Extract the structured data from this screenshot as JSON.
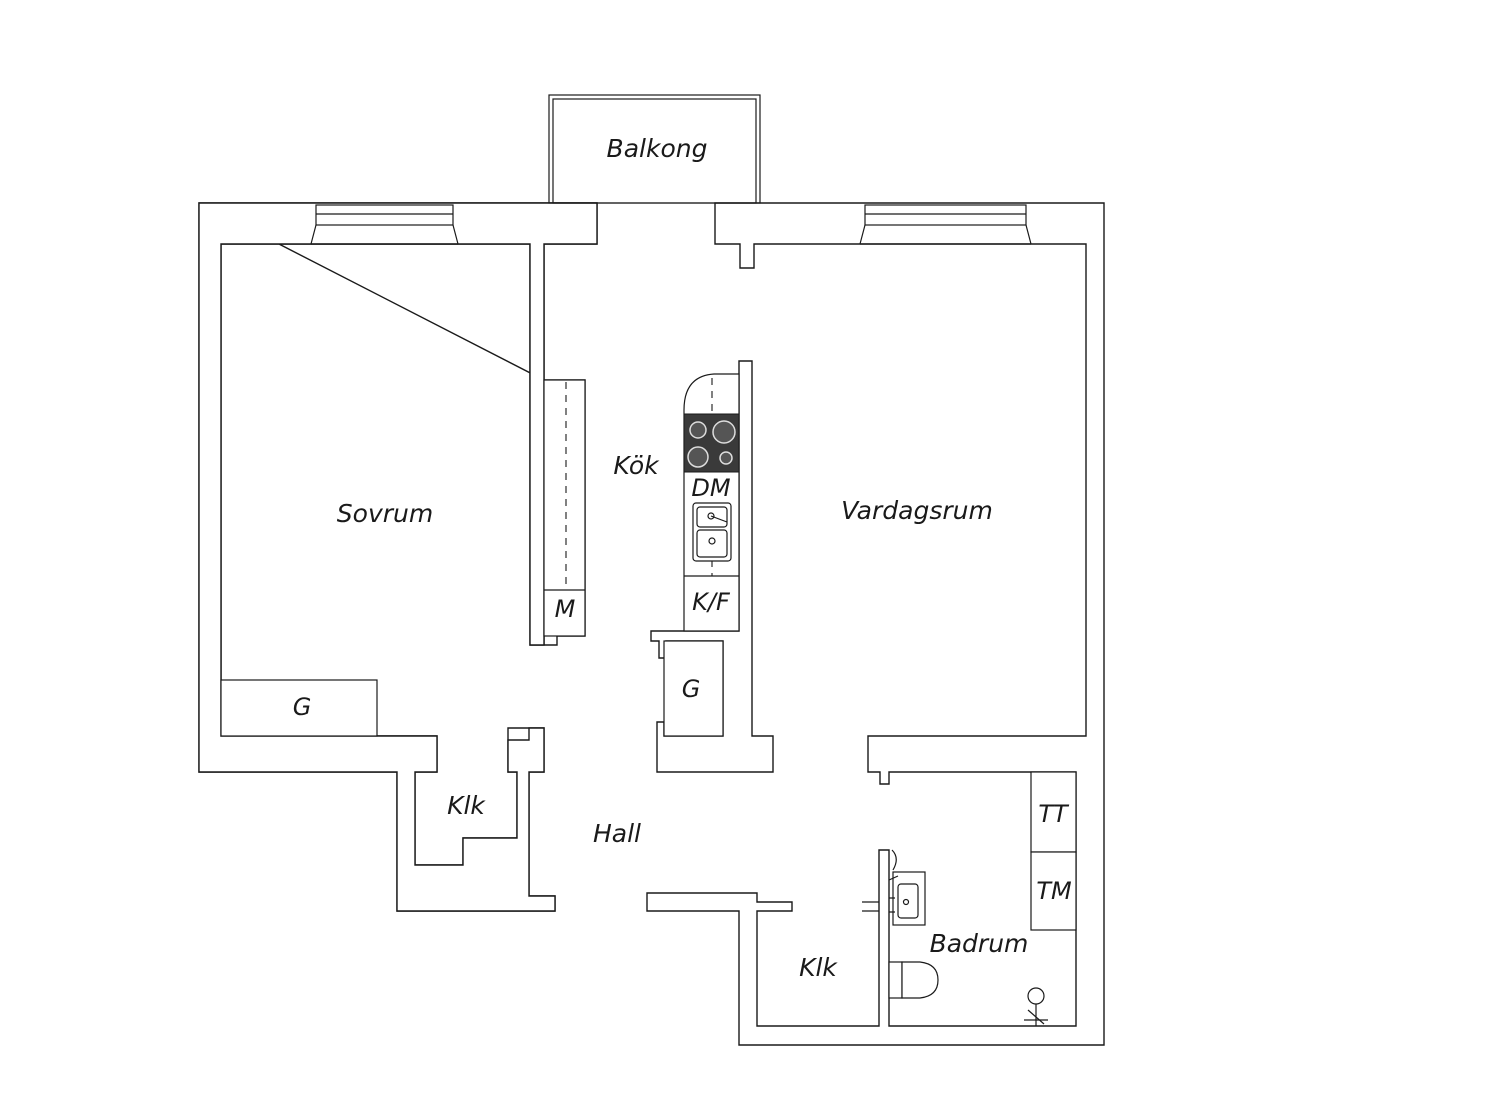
{
  "rooms": {
    "balkong": "Balkong",
    "kok": "Kök",
    "sovrum": "Sovrum",
    "vardagsrum": "Vardagsrum",
    "hall": "Hall",
    "klk_left": "Klk",
    "klk_right": "Klk",
    "badrum": "Badrum"
  },
  "fixtures": {
    "dm": "DM",
    "kf": "K/F",
    "m": "M",
    "g_bedroom": "G",
    "g_hall": "G",
    "tt": "TT",
    "tm": "TM"
  },
  "colors": {
    "wall": "#1a1a1a",
    "stove": "#3a3a3a"
  }
}
